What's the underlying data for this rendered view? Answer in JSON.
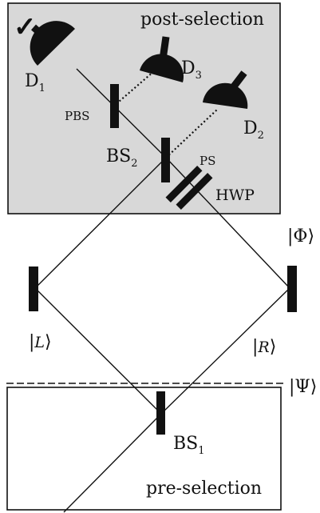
{
  "regions": {
    "post_selection": "post-selection",
    "pre_selection": "pre-selection"
  },
  "components": {
    "detector_1": {
      "base": "D",
      "sub": "1"
    },
    "detector_2": {
      "base": "D",
      "sub": "2"
    },
    "detector_3": {
      "base": "D",
      "sub": "3"
    },
    "pbs": "PBS",
    "bs2": {
      "base": "BS",
      "sub": "2"
    },
    "bs1": {
      "base": "BS",
      "sub": "1"
    },
    "ps": "PS",
    "hwp": "HWP"
  },
  "states": {
    "phi": "|Φ⟩",
    "psi": "|Ψ⟩",
    "left": {
      "bar": "|",
      "sym": "L",
      "ket": "⟩"
    },
    "right": {
      "bar": "|",
      "sym": "R",
      "ket": "⟩"
    }
  },
  "marks": {
    "checkmark": "✓"
  },
  "colors": {
    "post_box_fill": "#d8d8d8",
    "stroke": "#111111",
    "element_fill": "#111111"
  }
}
